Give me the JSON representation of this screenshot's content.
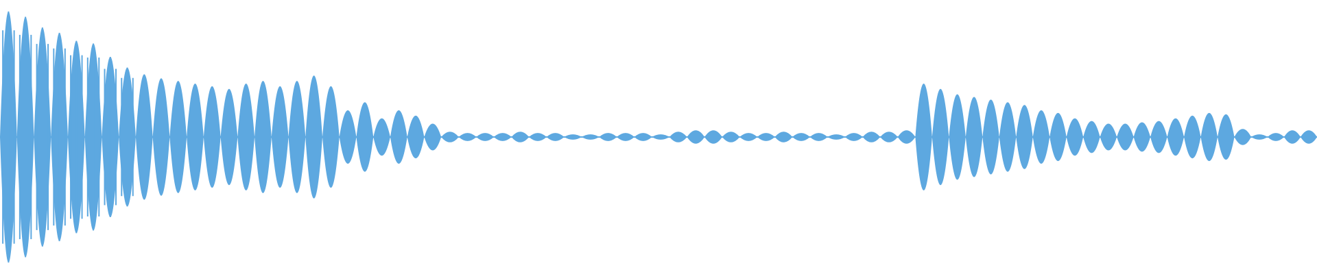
{
  "waveform": {
    "color": "#5DA8E0",
    "background": "#FFFFFF",
    "segments": [
      {
        "kind": "burst",
        "start_frac": 0.0,
        "end_frac": 0.335,
        "peak": [
          0.94,
          0.9,
          0.82,
          0.78,
          0.72,
          0.7,
          0.6,
          0.52,
          0.47,
          0.44,
          0.42,
          0.4,
          0.38,
          0.36,
          0.4,
          0.42,
          0.38,
          0.42,
          0.46,
          0.38,
          0.2,
          0.26,
          0.14,
          0.2,
          0.16,
          0.1
        ]
      },
      {
        "kind": "quiet",
        "start_frac": 0.335,
        "end_frac": 0.695,
        "peak": [
          0.04,
          0.03,
          0.03,
          0.03,
          0.04,
          0.03,
          0.03,
          0.02,
          0.02,
          0.03,
          0.03,
          0.03,
          0.02,
          0.04,
          0.05,
          0.05,
          0.04,
          0.03,
          0.03,
          0.04,
          0.03,
          0.03,
          0.02,
          0.03,
          0.04,
          0.04,
          0.05
        ]
      },
      {
        "kind": "burst",
        "start_frac": 0.695,
        "end_frac": 0.95,
        "peak": [
          0.4,
          0.36,
          0.32,
          0.3,
          0.28,
          0.26,
          0.24,
          0.2,
          0.18,
          0.14,
          0.12,
          0.1,
          0.1,
          0.11,
          0.12,
          0.14,
          0.16,
          0.18,
          0.17,
          0.06
        ]
      },
      {
        "kind": "quiet",
        "start_frac": 0.95,
        "end_frac": 1.0,
        "peak": [
          0.02,
          0.03,
          0.05,
          0.05
        ]
      }
    ]
  }
}
